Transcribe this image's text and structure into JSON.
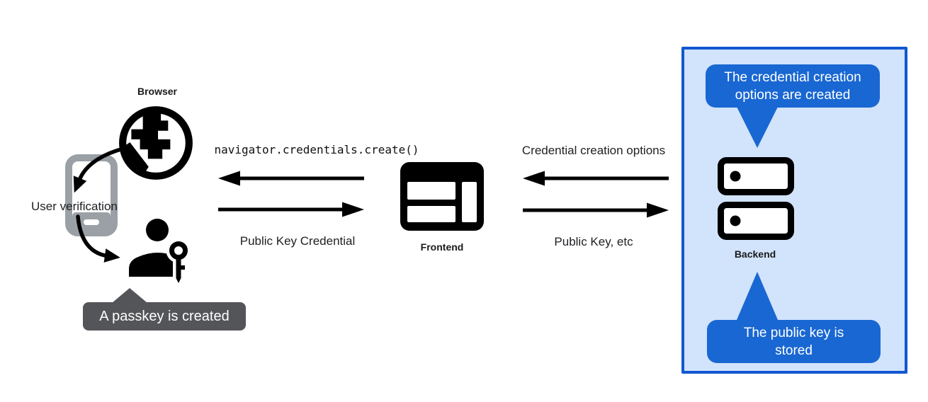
{
  "left": {
    "browser_label": "Browser",
    "user_verification_label": "User verification",
    "passkey_tooltip": "A passkey is created"
  },
  "center": {
    "code_call": "navigator.credentials.create()",
    "public_key_credential_label": "Public Key Credential",
    "frontend_label": "Frontend"
  },
  "right": {
    "credential_creation_options_label": "Credential creation options",
    "public_key_etc_label": "Public Key, etc",
    "backend_label": "Backend",
    "tooltip_top": "The credential creation options are created",
    "tooltip_bottom": "The public key is stored"
  },
  "icons": {
    "browser": "globe-icon",
    "user_device": "smartphone-icon",
    "passkey_user": "person-key-icon",
    "frontend": "browser-window-icon",
    "backend": "server-stack-icon"
  },
  "colors": {
    "accent_blue": "#1967d2",
    "panel_border_blue": "#1257cf",
    "panel_bg_blue": "#d2e3fc",
    "tooltip_gray": "#545559",
    "phone_gray": "#9aa0a6",
    "ink": "#202124"
  }
}
